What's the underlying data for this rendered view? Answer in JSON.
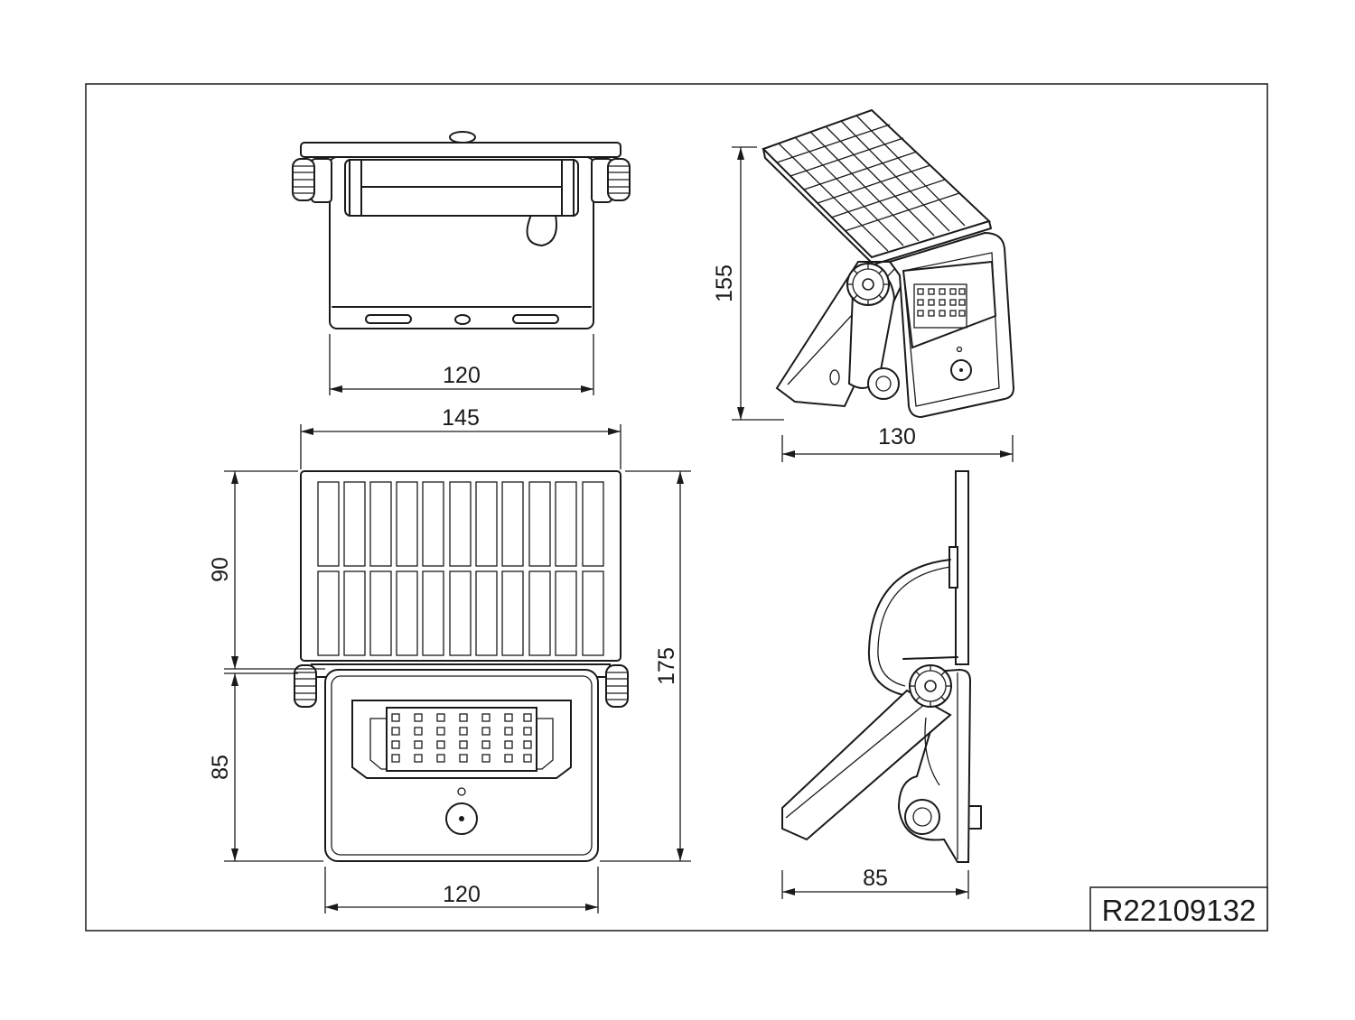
{
  "drawing": {
    "reference_code": "R22109132",
    "line_color": "#1a1a1a",
    "background_color": "#ffffff"
  },
  "views": {
    "top_view": {
      "width_label": "120"
    },
    "front_view": {
      "overall_width_label": "145",
      "panel_height_label": "90",
      "lamp_height_label": "85",
      "overall_height_label": "175",
      "lamp_width_label": "120"
    },
    "isometric_view": {
      "height_label": "155",
      "width_label": "130"
    },
    "side_view": {
      "depth_label": "85"
    }
  }
}
